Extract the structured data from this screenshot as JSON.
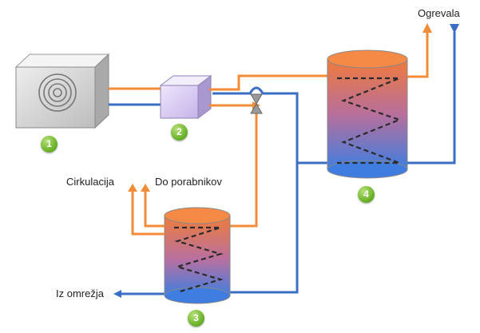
{
  "labels": {
    "ogrevala": "Ogrevala",
    "cirkulacija": "Cirkulacija",
    "do_porabnikov": "Do porabnikov",
    "iz_omrezja": "Iz omrežja"
  },
  "badges": {
    "one": "1",
    "two": "2",
    "three": "3",
    "four": "4"
  },
  "colors": {
    "hot_pipe": "#f28c38",
    "cold_pipe": "#3a6fc4",
    "badge": "#6fb52c",
    "tank_top": "#f07a3a",
    "tank_bottom": "#3f7ee0",
    "unit_face": "#d9d9d9",
    "exchanger_face": "#d8c9f2"
  }
}
